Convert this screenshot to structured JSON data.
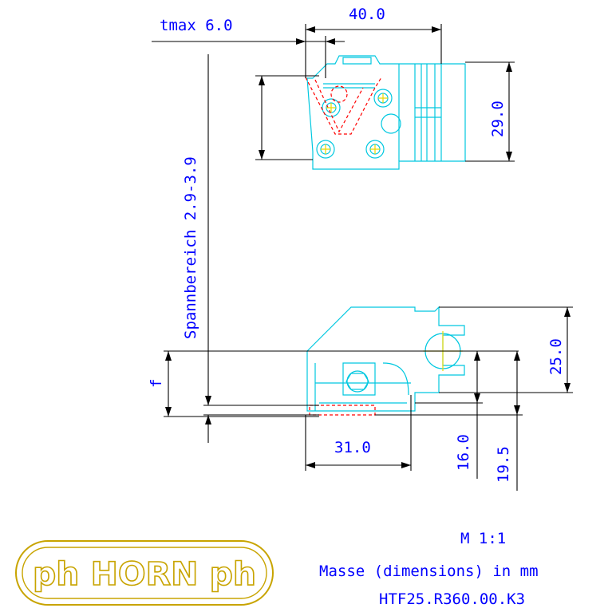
{
  "dimensions": {
    "tmax": "tmax  6.0",
    "width_top": "40.0",
    "height_top": "29.0",
    "clamping_range": "Spannbereich  2.9-3.9",
    "f_label": "f",
    "height_25": "25.0",
    "width_31": "31.0",
    "height_16": "16.0",
    "height_19": "19.5"
  },
  "info": {
    "scale": "M  1:1",
    "units": "Masse  (dimensions)  in  mm",
    "part_number": "HTF25.R360.00.K3"
  },
  "logo": {
    "brand": "ph HORN ph"
  },
  "colors": {
    "dimension_text": "#0000ff",
    "part_outline": "#00c8e0",
    "insert_outline": "#ff0000",
    "center_mark": "#e8d800",
    "logo": "#c8a400"
  }
}
